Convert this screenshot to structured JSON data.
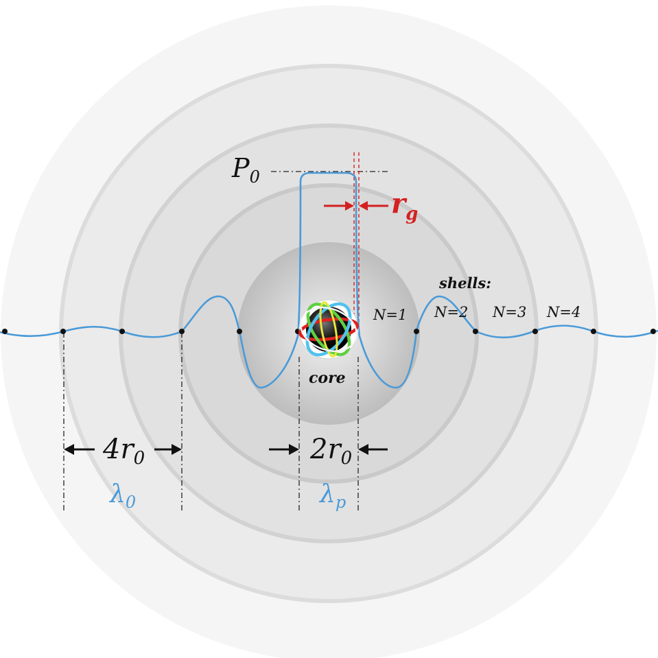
{
  "labels": {
    "p0_main": "P",
    "p0_sub": "0",
    "rg_main": "r",
    "rg_sub": "g",
    "shells": "shells:",
    "n1": "N=1",
    "n2": "N=2",
    "n3": "N=3",
    "n4": "N=4",
    "core": "core",
    "four_r0_main": "4r",
    "four_r0_sub": "0",
    "two_r0_main": "2r",
    "two_r0_sub": "0",
    "lambda0_main": "λ",
    "lambda0_sub": "0",
    "lambdap_main": "λ",
    "lambdap_sub": "p"
  },
  "colors": {
    "wave": "#4a9ad8",
    "red": "#d42020",
    "black": "#111111",
    "ring_red": "#e0201e",
    "ring_green": "#5fd040",
    "ring_blue": "#4fc2ee",
    "ring_yellow": "#e6e63a"
  }
}
